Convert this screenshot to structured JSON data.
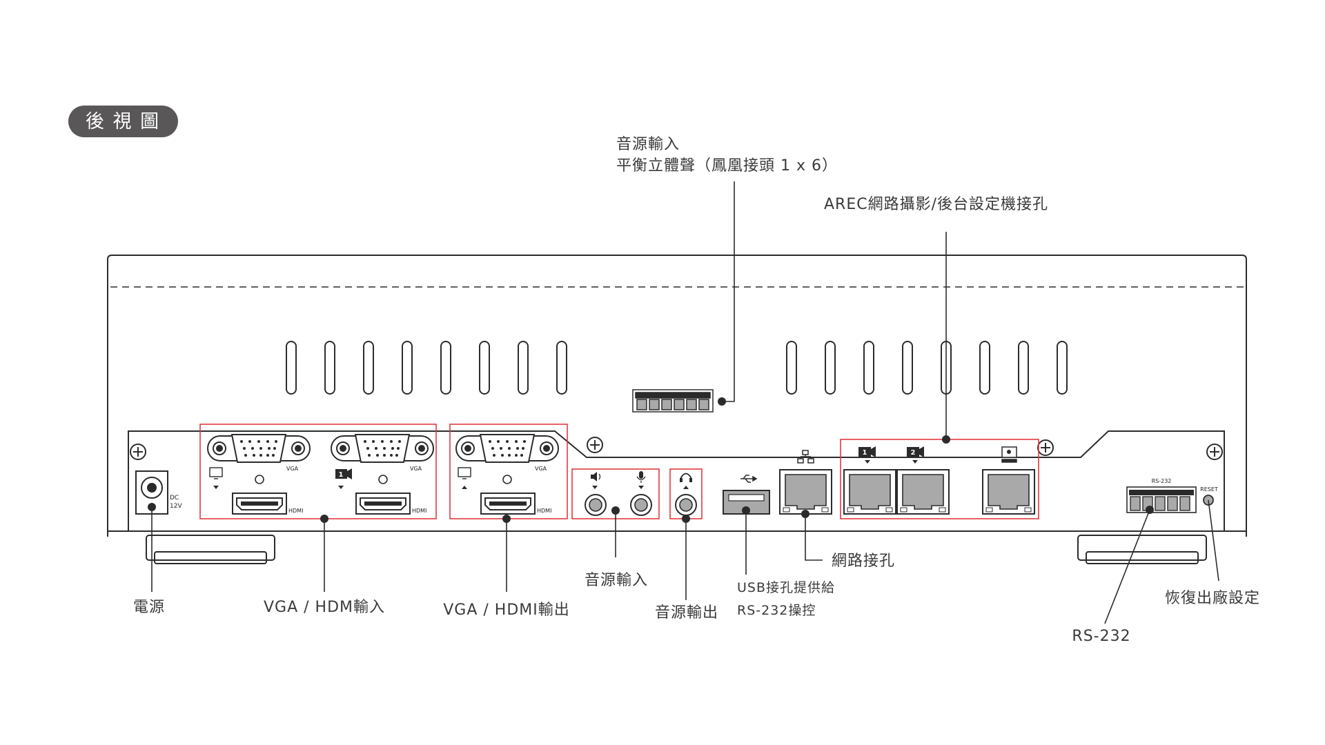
{
  "badge": "後 視 圖",
  "callouts": {
    "audio_in_balanced_line1": "音源輸入",
    "audio_in_balanced_line2": "平衡立體聲（鳳凰接頭 1 x 6）",
    "arec_camera_ports": "AREC網路攝影/後台設定機接孔",
    "network_port": "網路接孔",
    "audio_input": "音源輸入",
    "usb_line1": "USB接孔提供給",
    "usb_line2": "RS-232操控",
    "power": "電源",
    "vga_hdmi_input": "VGA / HDM輸入",
    "vga_hdmi_output": "VGA / HDMI輸出",
    "audio_output": "音源輸出",
    "factory_reset": "恢復出廠設定",
    "rs232": "RS-232"
  },
  "port_labels": {
    "vga": "VGA",
    "hdmi": "HDMI",
    "dc_line1": "DC",
    "dc_line2": "12V",
    "rs232_small": "RS-232",
    "reset": "RESET",
    "cam1": "1",
    "cam2": "2"
  },
  "colors": {
    "outline": "#2b2b2b",
    "highlight": "#e0393e",
    "badge_bg": "#595757",
    "port_fill": "#a9a9a9",
    "leader": "#2b2b2b"
  }
}
